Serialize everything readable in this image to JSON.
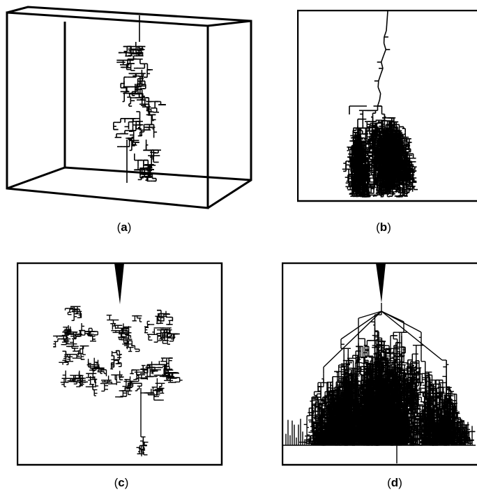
{
  "panels": [
    {
      "id": "a",
      "caption_open": "(",
      "caption_letter": "a",
      "caption_close": ")"
    },
    {
      "id": "b",
      "caption_open": "(",
      "caption_letter": "b",
      "caption_close": ")"
    },
    {
      "id": "c",
      "caption_open": "(",
      "caption_letter": "c",
      "caption_close": ")"
    },
    {
      "id": "d",
      "caption_open": "(",
      "caption_letter": "d",
      "caption_close": ")"
    }
  ],
  "colors": {
    "ink": "#000000",
    "background": "#ffffff"
  }
}
